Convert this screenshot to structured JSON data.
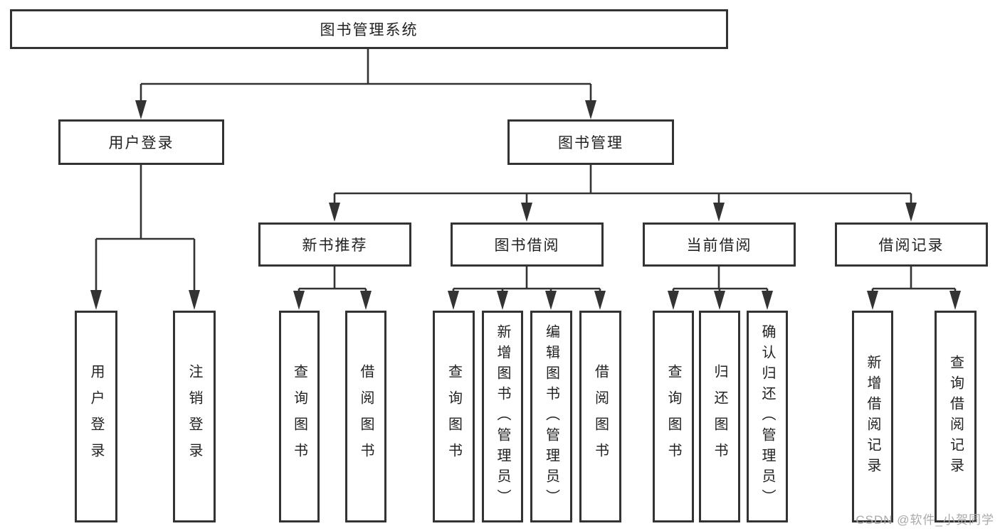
{
  "diagram_title": "图书管理系统",
  "tree": {
    "root": {
      "label": "图书管理系统",
      "children": [
        {
          "label": "用户登录",
          "children": [
            {
              "label": "用户登录"
            },
            {
              "label": "注销登录"
            }
          ]
        },
        {
          "label": "图书管理",
          "children": [
            {
              "label": "新书推荐",
              "children": [
                {
                  "label": "查询图书"
                },
                {
                  "label": "借阅图书"
                }
              ]
            },
            {
              "label": "图书借阅",
              "children": [
                {
                  "label": "查询图书"
                },
                {
                  "label": "新增图书（管理员）"
                },
                {
                  "label": "编辑图书（管理员）"
                },
                {
                  "label": "借阅图书"
                }
              ]
            },
            {
              "label": "当前借阅",
              "children": [
                {
                  "label": "查询图书"
                },
                {
                  "label": "归还图书"
                },
                {
                  "label": "确认归还（管理员）"
                }
              ]
            },
            {
              "label": "借阅记录",
              "children": [
                {
                  "label": "新增借阅记录"
                },
                {
                  "label": "查询借阅记录"
                }
              ]
            }
          ]
        }
      ]
    }
  },
  "watermark": "CSDN @软件_小贺同学",
  "colors": {
    "line": "#333333",
    "text": "#222222",
    "background": "#ffffff",
    "watermark": "#a9a9a9"
  }
}
